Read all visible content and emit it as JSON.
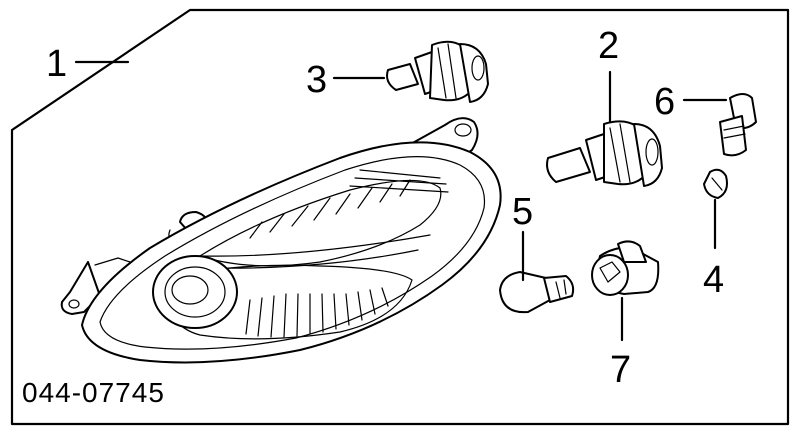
{
  "diagram": {
    "part_code": "044-07745",
    "callouts": [
      {
        "id": "1",
        "label": "1"
      },
      {
        "id": "2",
        "label": "2"
      },
      {
        "id": "3",
        "label": "3"
      },
      {
        "id": "4",
        "label": "4"
      },
      {
        "id": "5",
        "label": "5"
      },
      {
        "id": "6",
        "label": "6"
      },
      {
        "id": "7",
        "label": "7"
      }
    ]
  }
}
